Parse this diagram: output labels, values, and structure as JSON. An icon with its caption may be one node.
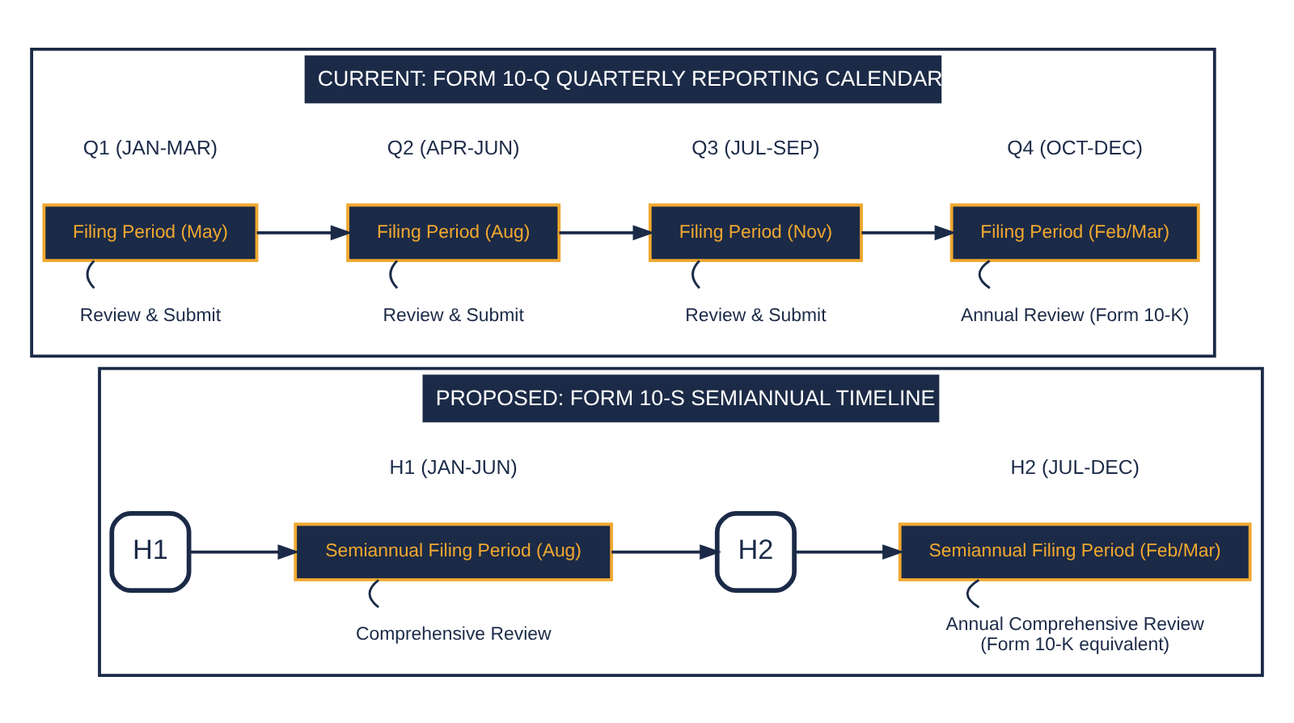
{
  "diagram": {
    "nodes": [
      {
        "text": [
          "CURRENT: FORM 10-Q QUARTERLY REPORTING CALENDAR"
        ]
      },
      {
        "text": [
          "Filing Period (May)"
        ],
        "in": 0
      },
      {
        "text": [
          "Review & Submit"
        ],
        "in": 0
      },
      {
        "text": [
          "Filing Period (Aug)"
        ],
        "in": 0
      },
      {
        "text": [
          "Review & Submit"
        ],
        "in": 0
      },
      {
        "text": [
          "Filing Period (Nov)"
        ],
        "in": 0
      },
      {
        "text": [
          "Review & Submit"
        ],
        "in": 0
      },
      {
        "text": [
          "Filing Period (Feb/Mar)"
        ],
        "in": 0
      },
      {
        "text": [
          "Annual Review (Form 10-K)"
        ],
        "in": 0
      },
      {
        "text": [
          "PROPOSED: FORM 10-S SEMIANNUAL TIMELINE"
        ]
      },
      {
        "text": [
          "H1"
        ],
        "in": 9
      },
      {
        "text": [
          "Semiannual Filing Period (Aug)"
        ],
        "in": 9
      },
      {
        "text": [
          "Comprehensive Review"
        ],
        "in": 9
      },
      {
        "text": [
          "H2"
        ],
        "in": 9
      },
      {
        "text": [
          "Semiannual Filing Period (Feb/Mar)"
        ],
        "in": 9
      },
      {
        "text": [
          "Annual Comprehensive Review",
          "(Form 10-K equivalent)"
        ],
        "in": 9
      }
    ],
    "edges": [
      {
        "from": 1,
        "to": 3,
        "arrow": "to"
      },
      {
        "from": 3,
        "to": 5,
        "arrow": "to"
      },
      {
        "from": 5,
        "to": 7,
        "arrow": "to"
      },
      {
        "from": 1,
        "to": 2,
        "arrow": "none"
      },
      {
        "from": 3,
        "to": 4,
        "arrow": "none"
      },
      {
        "from": 5,
        "to": 6,
        "arrow": "none"
      },
      {
        "from": 7,
        "to": 8,
        "arrow": "none"
      },
      {
        "from": 10,
        "to": 11,
        "arrow": "to"
      },
      {
        "from": 11,
        "to": 13,
        "arrow": "to"
      },
      {
        "from": 13,
        "to": 14,
        "arrow": "to"
      },
      {
        "from": 11,
        "to": 12,
        "arrow": "none"
      },
      {
        "from": 14,
        "to": 15,
        "arrow": "none"
      }
    ],
    "labels": [
      "Q1 (JAN-MAR)",
      "Q2 (APR-JUN)",
      "Q3 (JUL-SEP)",
      "Q4 (OCT-DEC)",
      "H1 (JAN-JUN)",
      "H2 (JUL-DEC)"
    ]
  }
}
